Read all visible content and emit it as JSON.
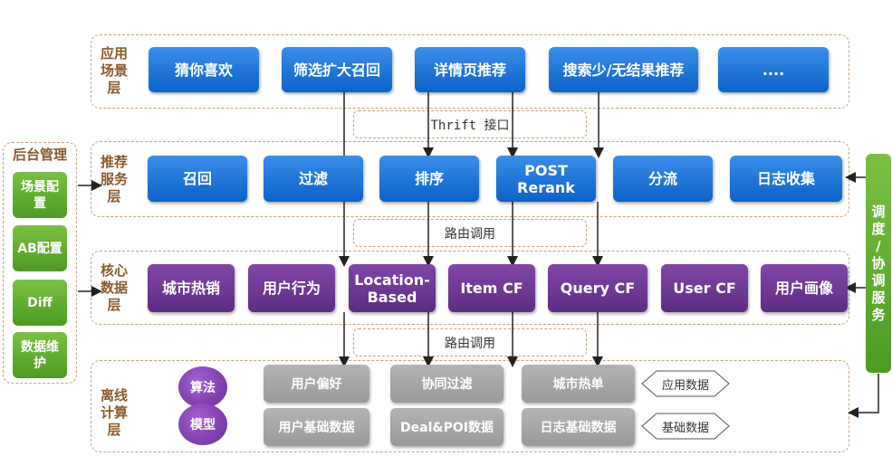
{
  "layers": {
    "app": "应用\n场景\n层",
    "service": "推荐\n服务\n层",
    "core": "核心\n数据\n层",
    "offline": "离线\n计算\n层"
  },
  "app_boxes": [
    "猜你喜欢",
    "筛选扩大召回",
    "详情页推荐",
    "搜索少/无结果推荐",
    "...."
  ],
  "service_boxes": [
    "召回",
    "过滤",
    "排序",
    "POST\nRerank",
    "分流",
    "日志收集"
  ],
  "core_boxes": [
    "城市热销",
    "用户行为",
    "Location-\nBased",
    "Item CF",
    "Query CF",
    "User CF",
    "用户画像"
  ],
  "connectors": {
    "thrift": "Thrift 接口",
    "route1": "路由调用",
    "route2": "路由调用"
  },
  "offline": {
    "circles": [
      "算法",
      "模型"
    ],
    "row1": [
      "用户偏好",
      "协同过滤",
      "城市热单"
    ],
    "row2": [
      "用户基础数据",
      "Deal&POI数据",
      "日志基础数据"
    ],
    "tags": [
      "应用数据",
      "基础数据"
    ]
  },
  "admin": {
    "title": "后台管理",
    "items": [
      "场景配\n置",
      "AB配置",
      "Diff",
      "数据维\n护"
    ]
  },
  "scheduler": "调\n度\n/\n协\n调\n服\n务"
}
